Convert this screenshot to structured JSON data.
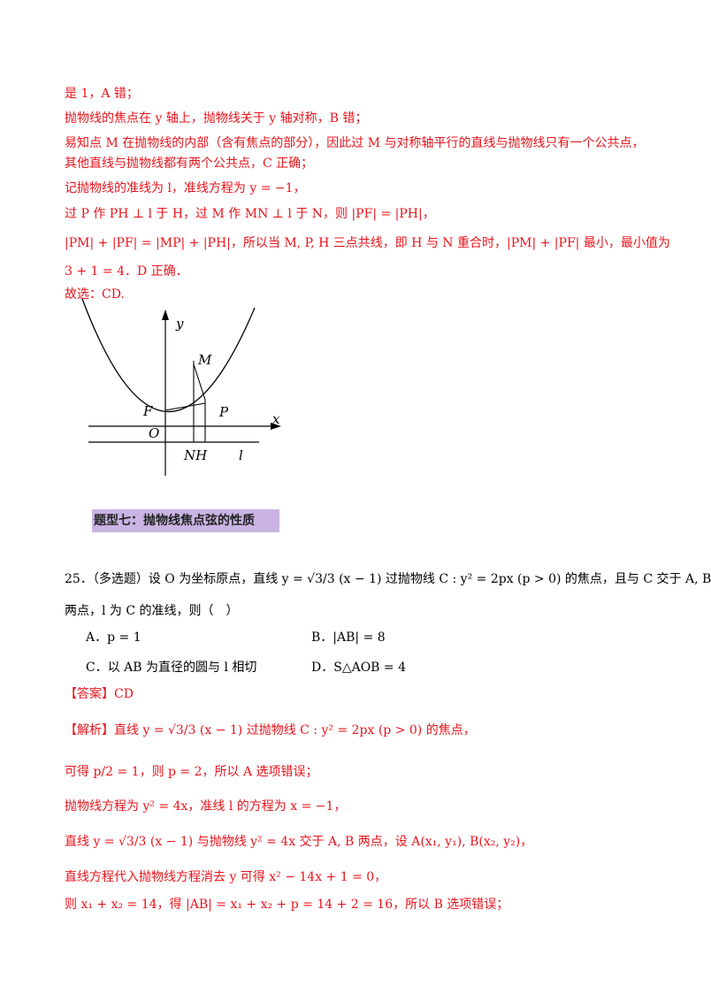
{
  "solution_prev": {
    "l1": "是 1，A 错；",
    "l2": "抛物线的焦点在 y 轴上，抛物线关于 y 轴对称，B 错；",
    "l3": "易知点 M 在抛物线的内部（含有焦点的部分），因此过 M 与对称轴平行的直线与抛物线只有一个公共点，",
    "l4": "其他直线与抛物线都有两个公共点，C 正确；",
    "l5": "记抛物线的准线为 l，准线方程为 y = −1，",
    "l6": "过 P 作 PH ⊥ l 于 H，过 M 作 MN ⊥ l 于 N，则 |PF| = |PH|，",
    "l7": "|PM| + |PF| = |MP| + |PH|，所以当 M, P, H 三点共线，即 H 与 N 重合时，|PM| + |PF| 最小，最小值为",
    "l8": "3 + 1 = 4．D 正确．",
    "l9": "故选：CD."
  },
  "figure": {
    "labels": {
      "y": "y",
      "x": "x",
      "M": "M",
      "F": "F",
      "P": "P",
      "O": "O",
      "NH": "NH",
      "l": "l"
    }
  },
  "section_title": "题型七：抛物线焦点弦的性质",
  "question": {
    "line1": "25．（多选题）设 O 为坐标原点，直线 y = √3/3 (x − 1) 过抛物线 C : y² = 2px (p > 0) 的焦点，且与 C 交于 A, B",
    "line2": "两点，l 为 C 的准线，则（　）",
    "options": {
      "A": "A．p = 1",
      "B": "B．|AB| = 8",
      "C": "C．以 AB 为直径的圆与 l 相切",
      "D": "D．S△AOB = 4"
    }
  },
  "answer": "【答案】CD",
  "analysis": {
    "l1": "【解析】直线 y = √3/3 (x − 1) 过抛物线 C : y² = 2px (p > 0) 的焦点，",
    "l2": "可得 p/2 = 1，则 p = 2，所以 A 选项错误；",
    "l3": "抛物线方程为 y² = 4x，准线 l 的方程为 x = −1，",
    "l4": "直线 y = √3/3 (x − 1) 与抛物线 y² = 4x 交于 A, B 两点，设 A(x₁, y₁), B(x₂, y₂)，",
    "l5": "直线方程代入抛物线方程消去 y 可得 x² − 14x + 1 = 0，",
    "l6": "则 x₁ + x₂ = 14，得 |AB| = x₁ + x₂ + p = 14 + 2 = 16，所以 B 选项错误；"
  }
}
